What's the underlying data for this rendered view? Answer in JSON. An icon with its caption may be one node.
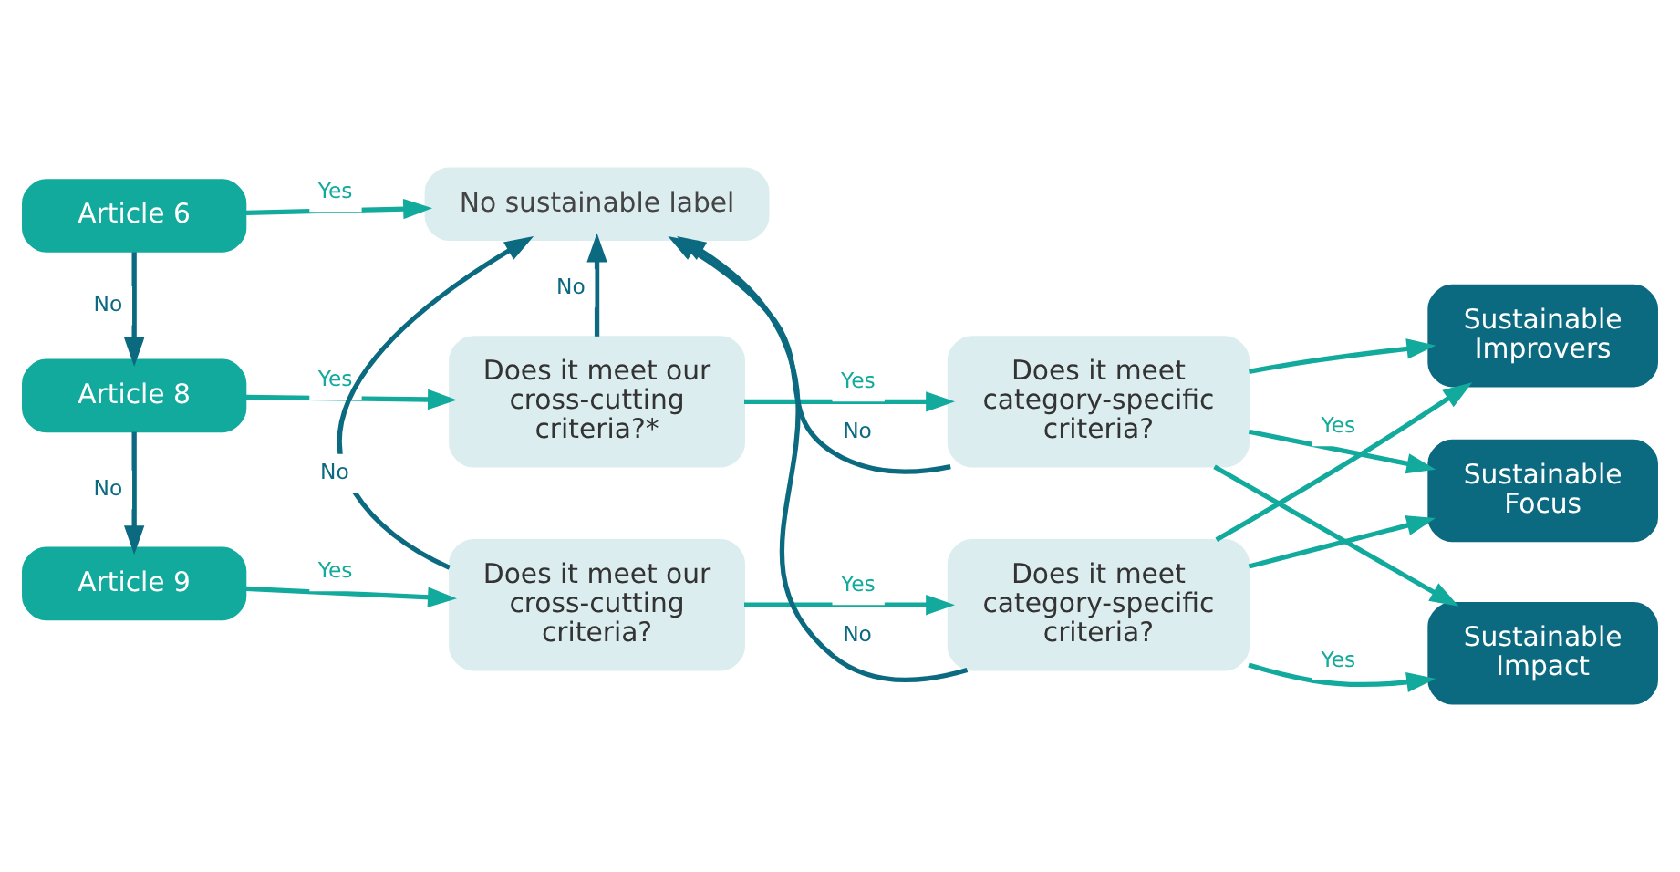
{
  "diagram": {
    "nodes": [
      {
        "text": [
          "Article 6"
        ]
      },
      {
        "text": [
          "No sustainable label"
        ]
      },
      {
        "text": [
          "Article 8"
        ]
      },
      {
        "text": [
          "Does it meet our cross-cutting criteria?*"
        ]
      },
      {
        "text": [
          "Does it meet category-specific criteria?"
        ]
      },
      {
        "text": [
          "Sustainable Focus"
        ]
      },
      {
        "text": [
          "Article 9"
        ]
      },
      {
        "text": [
          "Does it meet our cross-cutting criteria?"
        ]
      },
      {
        "text": [
          "Does it meet category-specific criteria?"
        ]
      },
      {
        "text": [
          "Sustainable Improvers"
        ]
      },
      {
        "text": [
          "Sustainable Impact"
        ]
      }
    ],
    "edges": [
      {
        "from": 0,
        "to": 1,
        "arrow": "to",
        "label": "Yes"
      },
      {
        "from": 0,
        "to": 2,
        "arrow": "to",
        "label": "No",
        "color": "#0b6a80"
      },
      {
        "from": 2,
        "to": 3,
        "arrow": "to",
        "label": "Yes"
      },
      {
        "from": 2,
        "to": 6,
        "arrow": "to",
        "label": "No",
        "color": "#0b6a80"
      },
      {
        "from": 6,
        "to": 7,
        "arrow": "to",
        "label": "Yes"
      },
      {
        "from": 3,
        "to": 1,
        "arrow": "to",
        "label": "No",
        "color": "#0b6a80"
      },
      {
        "from": 3,
        "to": 4,
        "arrow": "to",
        "label": "Yes"
      },
      {
        "from": 7,
        "to": 1,
        "arrow": "to",
        "label": "No",
        "color": "#0b6a80"
      },
      {
        "from": 7,
        "to": 8,
        "arrow": "to",
        "label": "Yes"
      },
      {
        "from": 4,
        "to": 1,
        "arrow": "to",
        "label": "No",
        "color": "#0b6a80"
      },
      {
        "from": 8,
        "to": 1,
        "arrow": "to",
        "label": "No",
        "color": "#0b6a80"
      },
      {
        "from": 4,
        "to": 5,
        "arrow": "to",
        "label": "Yes"
      },
      {
        "from": 4,
        "to": 9,
        "arrow": "to"
      },
      {
        "from": 4,
        "to": 10,
        "arrow": "to"
      },
      {
        "from": 8,
        "to": 5,
        "arrow": "to"
      },
      {
        "from": 8,
        "to": 9,
        "arrow": "to"
      },
      {
        "from": 8,
        "to": 10,
        "arrow": "to",
        "label": "Yes"
      }
    ]
  }
}
